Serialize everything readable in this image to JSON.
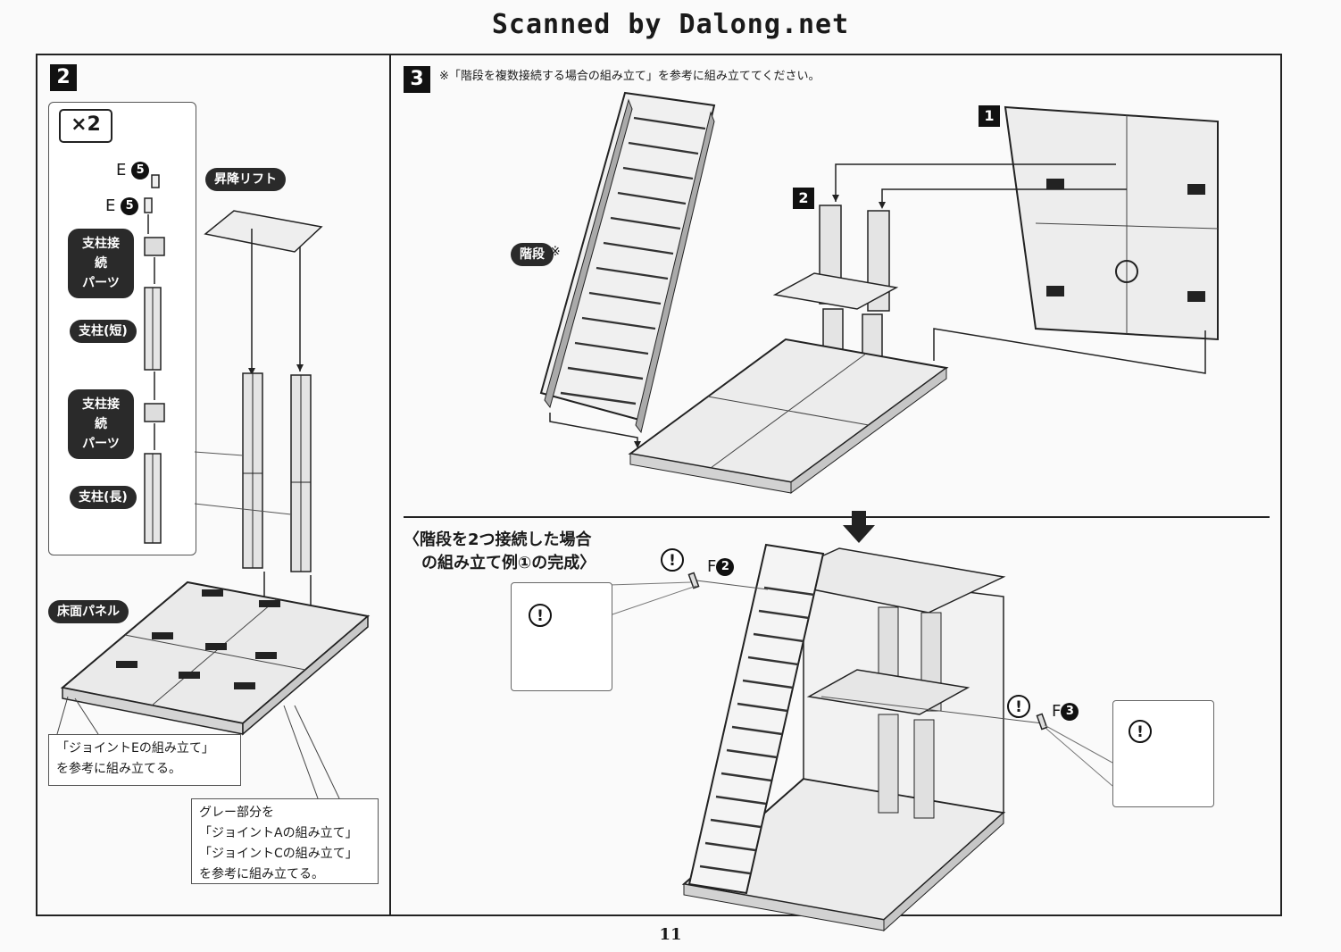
{
  "header": {
    "title": "Scanned by Dalong.net"
  },
  "page_number": "11",
  "step2": {
    "number": "2",
    "multiplier": "×2",
    "part_e1": {
      "letter": "E",
      "num": "5"
    },
    "part_e2": {
      "letter": "E",
      "num": "5"
    },
    "labels": {
      "connector1_line1": "支柱接続",
      "connector1_line2": "パーツ",
      "pillar_short": "支柱(短)",
      "connector2_line1": "支柱接続",
      "connector2_line2": "パーツ",
      "pillar_long": "支柱(長)",
      "lift": "昇降リフト",
      "floor_panel": "床面パネル"
    },
    "note_joint_e": {
      "line1": "「ジョイントEの組み立て」",
      "line2": "を参考に組み立てる。"
    },
    "note_grey": {
      "line1": "グレー部分を",
      "line2": "「ジョイントAの組み立て」",
      "line3": "「ジョイントCの組み立て」",
      "line4": "を参考に組み立てる。"
    }
  },
  "step3": {
    "number": "3",
    "instruction": "※「階段を複数接続する場合の組み立て」を参考に組み立ててください。",
    "stairs_label": "階段",
    "stairs_mark": "※",
    "ref1": "1",
    "ref2": "2",
    "result_title_line1": "〈階段を2つ接続した場合",
    "result_title_line2": "の組み立て例①の完成〉",
    "part_f2": {
      "letter": "F",
      "num": "2"
    },
    "part_f3": {
      "letter": "F",
      "num": "3"
    },
    "warning_symbol": "!"
  }
}
